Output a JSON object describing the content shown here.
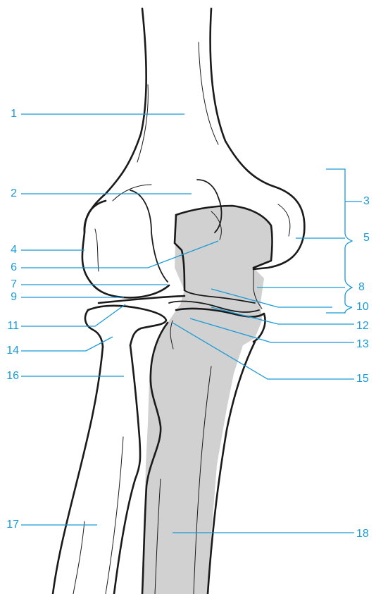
{
  "labels": {
    "l1": "1",
    "l2": "2",
    "l3": "3",
    "l4": "4",
    "l5": "5",
    "l6": "6",
    "l7": "7",
    "l8": "8",
    "l9": "9",
    "l10": "10",
    "l11": "11",
    "l12": "12",
    "l13": "13",
    "l14": "14",
    "l15": "15",
    "l16": "16",
    "l17": "17",
    "l18": "18"
  },
  "colors": {
    "label": "#1a9ad6",
    "leader": "#1a9ad6",
    "outline": "#1a1a1a",
    "shade": "#d1d1d1",
    "background": "#ffffff"
  }
}
